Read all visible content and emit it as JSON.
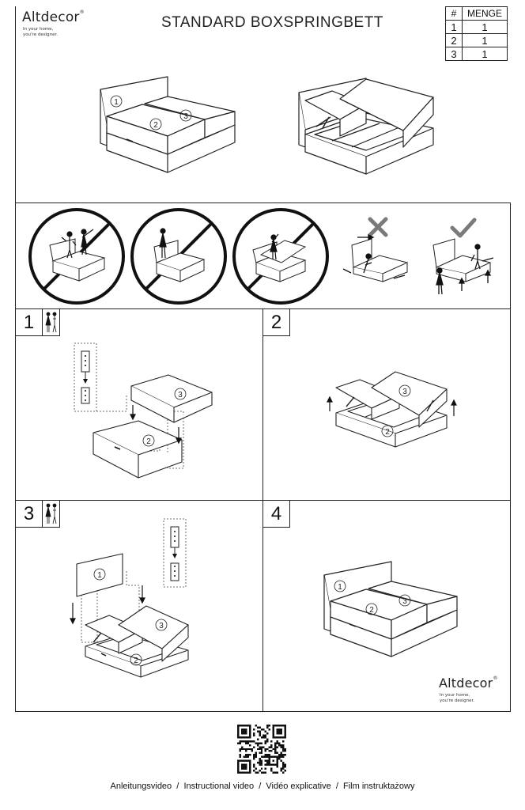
{
  "brand": {
    "name": "Altdecor",
    "reg": "®",
    "tagline_1": "In your home,",
    "tagline_2": "you're designer."
  },
  "header": {
    "title": "STANDARD BOXSPRINGBETT"
  },
  "parts_table": {
    "headers": [
      "#",
      "MENGE"
    ],
    "rows": [
      [
        "1",
        "1"
      ],
      [
        "2",
        "1"
      ],
      [
        "3",
        "1"
      ]
    ]
  },
  "labels": {
    "p1": "1",
    "p2": "2",
    "p3": "3"
  },
  "steps": [
    {
      "number": "1"
    },
    {
      "number": "2"
    },
    {
      "number": "3"
    },
    {
      "number": "4"
    }
  ],
  "footer": {
    "caption": "Anleitungsvideo  /  Instructional video  /  Vidéo explicative  /  Film instruktażowy"
  },
  "colors": {
    "line": "#222222",
    "warning_x": "#7a7a7a",
    "check": "#7a7a7a"
  }
}
